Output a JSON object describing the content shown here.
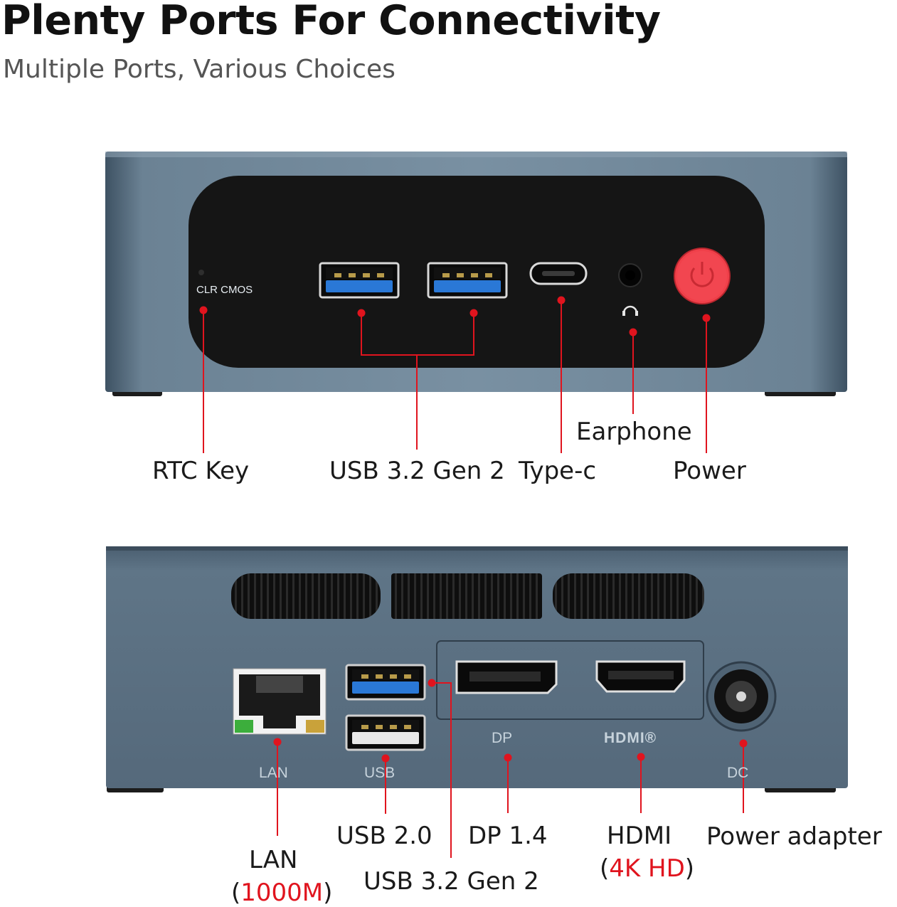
{
  "header": {
    "title": "Plenty Ports For Connectivity",
    "subtitle": "Multiple Ports, Various Choices"
  },
  "front": {
    "clr_cmos_text": "CLR  CMOS",
    "labels": {
      "rtc": "RTC Key",
      "usb32": "USB 3.2 Gen 2",
      "typec": "Type-c",
      "earphone": "Earphone",
      "power": "Power"
    }
  },
  "rear": {
    "port_text": {
      "lan": "LAN",
      "usb": "USB",
      "dp": "DP",
      "hdmi": "HDMI®",
      "dc": "DC"
    },
    "labels": {
      "lan": "LAN",
      "lan_open": "(",
      "lan_speed": "1000M",
      "lan_close": ")",
      "usb20": "USB 2.0",
      "usb32": "USB 3.2 Gen 2",
      "dp14": "DP 1.4",
      "hdmi": "HDMI",
      "hdmi_open": "(",
      "hdmi_res": "4K HD",
      "hdmi_close": ")",
      "power_adapter": "Power adapter"
    }
  },
  "colors": {
    "accent": "#e0141e",
    "chassis": "#5d7284",
    "panel": "#141414",
    "usb3_blue": "#2a78d6",
    "power_button": "#f0404a"
  }
}
